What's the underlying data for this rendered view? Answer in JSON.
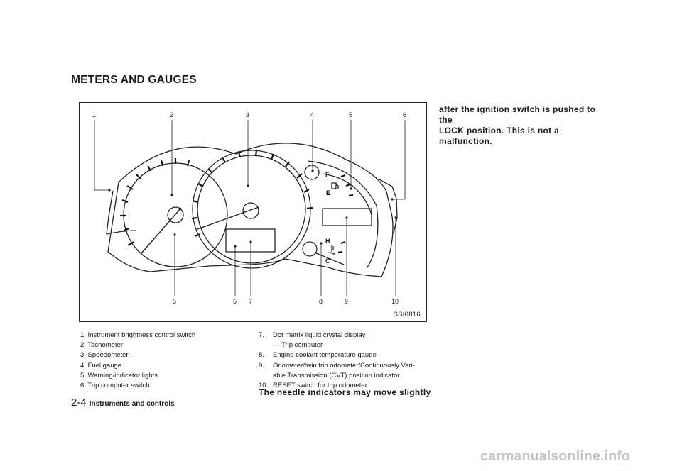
{
  "page": {
    "section_title": "METERS AND GAUGES",
    "figure_id": "SSI0816",
    "top_callouts": [
      "1",
      "2",
      "3",
      "4",
      "5",
      "6"
    ],
    "bottom_callouts": [
      "5",
      "5",
      "7",
      "8",
      "9",
      "10"
    ],
    "gauge_labels": {
      "fuel_full": "F",
      "fuel_empty": "E",
      "temp_hot": "H",
      "temp_cold": "C"
    },
    "legend_left": [
      "1.  Instrument brightness control switch",
      "2.  Tachometer",
      "3.  Speedometer",
      "4.  Fuel gauge",
      "5.  Warning/indicator lights",
      "6.  Trip computer switch"
    ],
    "legend_right": {
      "item7_num": "7.",
      "item7_text": "Dot matrix liquid crystal display",
      "item7_sub": "— Trip computer",
      "item8_num": "8.",
      "item8_text": "Engine coolant temperature gauge",
      "item9_num": "9.",
      "item9_text": "Odometer/twin trip odometer/Continuously Vari-",
      "item9_cont": "able Transmission (CVT) position indicator",
      "item10_num": "10.",
      "item10_text": "RESET switch for trip odometer"
    },
    "bold_line": "The needle indicators may move slightly",
    "right_column_line1": "after the ignition switch is pushed to the",
    "right_column_line2": "LOCK position. This is not a malfunction.",
    "page_number": "2-4",
    "section_footer": "Instruments and controls",
    "watermark": "carmanualsonline.info"
  }
}
